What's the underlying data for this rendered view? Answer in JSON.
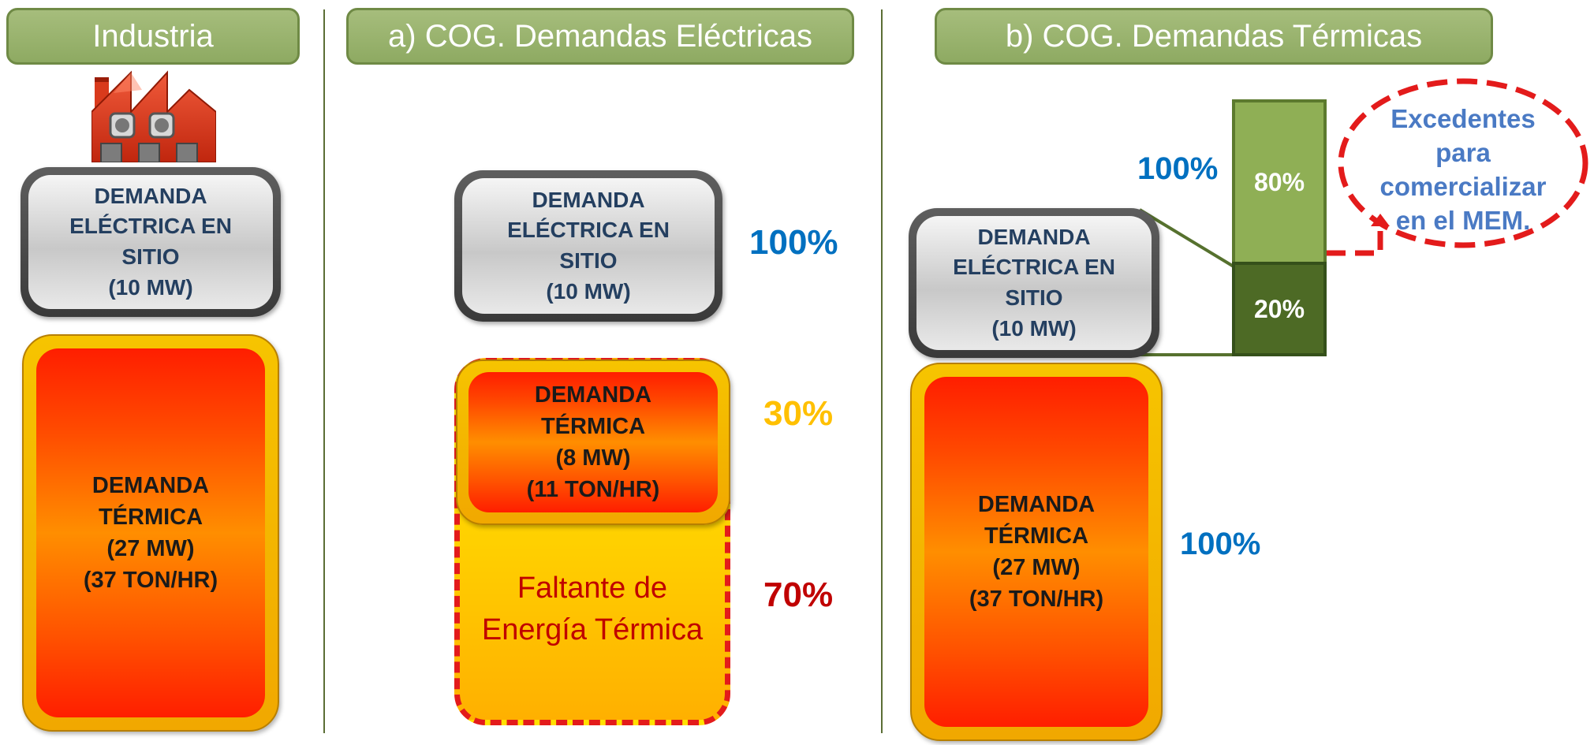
{
  "headers": {
    "industria": "Industria",
    "electricas": "a) COG. Demandas Eléctricas",
    "termicas": "b) COG. Demandas Térmicas"
  },
  "panel_industria": {
    "elec": "DEMANDA\nELÉCTRICA EN\nSITIO\n(10 MW)",
    "therm": "DEMANDA\nTÉRMICA\n(27 MW)\n(37 TON/HR)"
  },
  "panel_electricas": {
    "elec": "DEMANDA\nELÉCTRICA EN\nSITIO\n(10 MW)",
    "elec_pct": "100%",
    "therm": "DEMANDA\nTÉRMICA\n(8 MW)\n(11 TON/HR)",
    "therm_pct": "30%",
    "faltante": "Faltante de\nEnergía Térmica",
    "faltante_pct": "70%"
  },
  "panel_termicas": {
    "elec": "DEMANDA\nELÉCTRICA EN\nSITIO\n(10 MW)",
    "top_pct": "100%",
    "bar_upper": "80%",
    "bar_lower": "20%",
    "excedentes": "Excedentes\npara\ncomercializar\nen el MEM.",
    "therm": "DEMANDA\nTÉRMICA\n(27 MW)\n(37 TON/HR)",
    "therm_pct": "100%"
  },
  "colors": {
    "header_green": "#9bb36f",
    "pct_blue": "#0070c0",
    "pct_amber": "#ffc000",
    "pct_red": "#c00000",
    "dash_red": "#e31b1b"
  }
}
